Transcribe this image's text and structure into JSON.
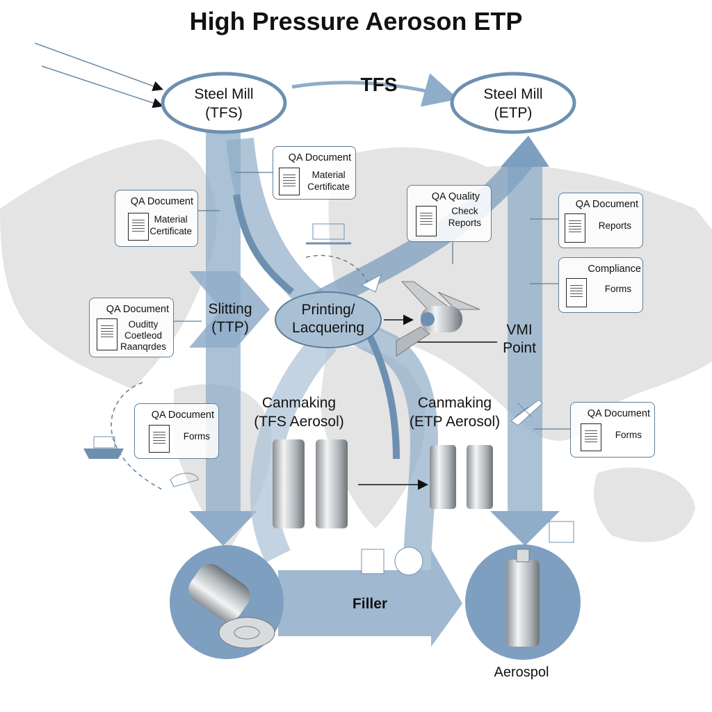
{
  "title": "High Pressure Aeroson ETP",
  "nodes": {
    "steel_mill_tfs": [
      "Steel Mill",
      "(TFS)"
    ],
    "steel_mill_etp": [
      "Steel Mill",
      "(ETP)"
    ],
    "tfs_label": "TFS",
    "slitting": [
      "Slitting",
      "(TTP)"
    ],
    "printing": [
      "Printing/",
      "Lacquering"
    ],
    "vmi": [
      "VMI",
      "Point"
    ],
    "canmaking_tfs": [
      "Canmaking",
      "(TFS Aerosol)"
    ],
    "canmaking_etp": [
      "Canmaking",
      "(ETP Aerosol)"
    ],
    "filler": "Filler",
    "aerospol": "Aerospol"
  },
  "documents": [
    {
      "header": "QA Document",
      "lines": [
        "Material",
        "Certificate"
      ]
    },
    {
      "header": "QA Document",
      "lines": [
        "Material",
        "Certificate"
      ]
    },
    {
      "header": "QA Document",
      "lines": [
        "Ouditty",
        "Coetleod",
        "Raanqrdes"
      ]
    },
    {
      "header": "QA Document",
      "lines": [
        "Forms"
      ]
    },
    {
      "header": "QA Quality",
      "lines": [
        "Check",
        "Reports"
      ]
    },
    {
      "header": "QA Document",
      "lines": [
        "Reports"
      ]
    },
    {
      "header": "Compliance",
      "lines": [
        "Forms"
      ]
    },
    {
      "header": "QA Document",
      "lines": [
        "Forms"
      ]
    }
  ],
  "colors": {
    "band": "#8fadc8",
    "band_dark": "#6d90b0",
    "map": "#e3e3e3",
    "circle": "#7e9fbf"
  }
}
